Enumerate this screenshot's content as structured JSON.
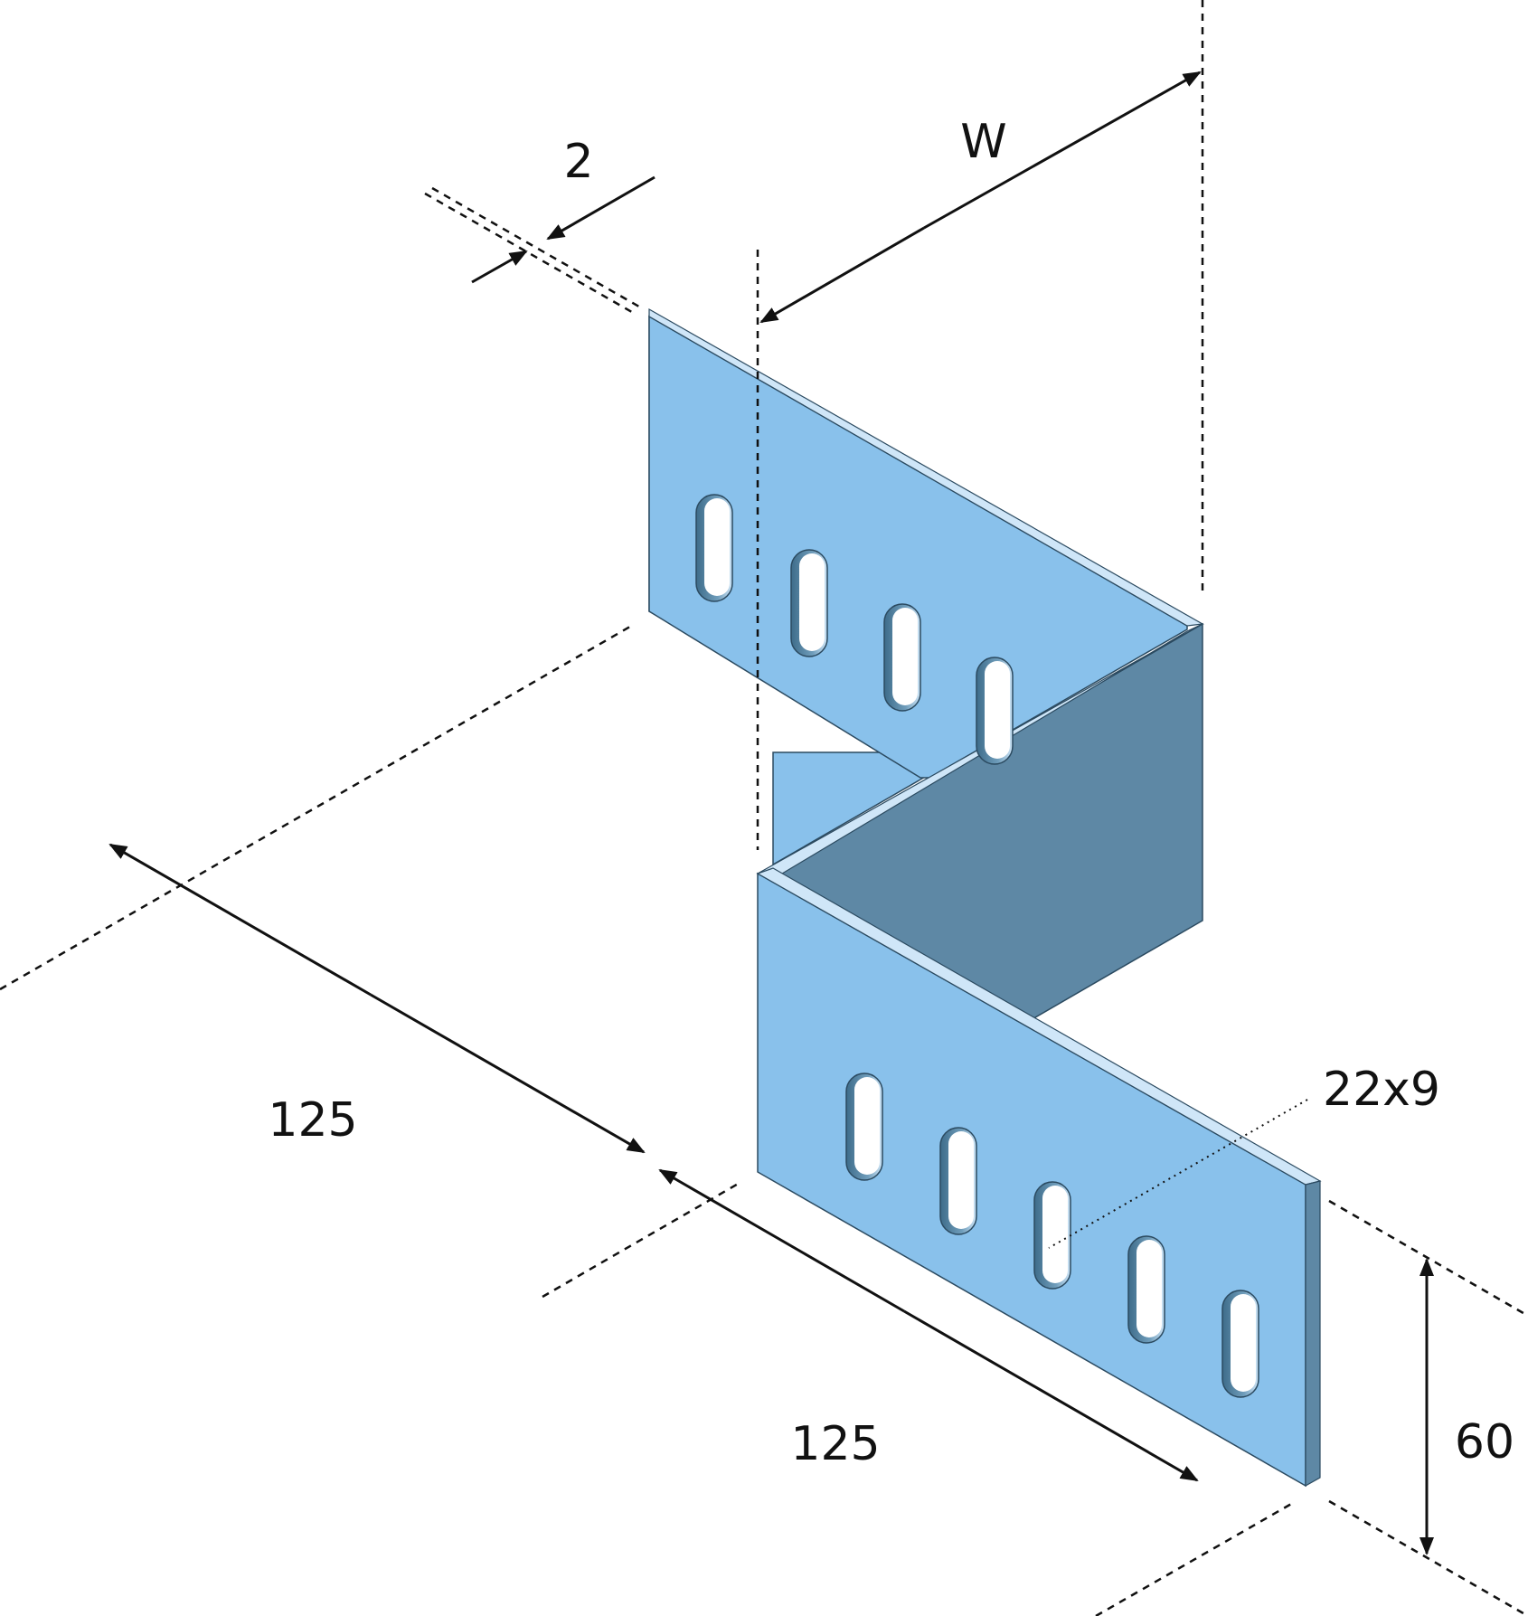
{
  "dimensions": {
    "thickness": "2",
    "width": "W",
    "slot": "22x9",
    "length_upper": "125",
    "length_lower": "125",
    "height": "60"
  },
  "colors": {
    "face_light": "#89c1eb",
    "face_dark": "#5d88a4",
    "edge": "#cfe6f8",
    "slot_inner": "#4f7f9c",
    "outline": "#2b4a60"
  },
  "object": {
    "shape": "z-shaped-bracket",
    "slots_upper": 4,
    "slots_lower": 5
  }
}
